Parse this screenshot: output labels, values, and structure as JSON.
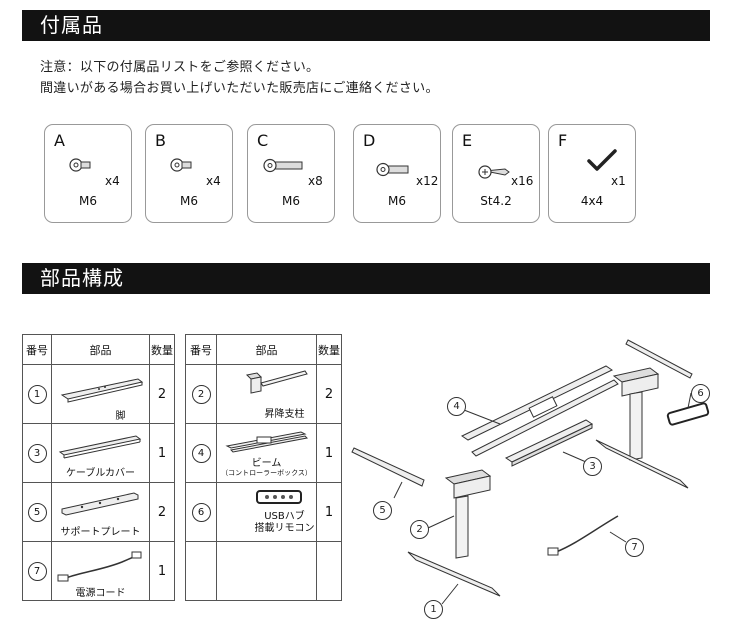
{
  "sections": {
    "accessories_title": "付属品",
    "parts_title": "部品構成"
  },
  "notes": {
    "line1": "注意：以下の付属品リストをご参照ください。",
    "line2": "間違いがある場合お買い上げいただいた販売店にご連絡ください。"
  },
  "accessories": [
    {
      "letter": "A",
      "qty": "x4",
      "size": "M6",
      "icon": "short-bolt-icon"
    },
    {
      "letter": "B",
      "qty": "x4",
      "size": "M6",
      "icon": "short-bolt-icon"
    },
    {
      "letter": "C",
      "qty": "x8",
      "size": "M6",
      "icon": "long-bolt-icon"
    },
    {
      "letter": "D",
      "qty": "x12",
      "size": "M6",
      "icon": "medium-bolt-icon"
    },
    {
      "letter": "E",
      "qty": "x16",
      "size": "St4.2",
      "icon": "wood-screw-icon"
    },
    {
      "letter": "F",
      "qty": "x1",
      "size": "4x4",
      "icon": "hex-key-icon"
    }
  ],
  "parts_table": {
    "headers": {
      "number": "番号",
      "part": "部品",
      "qty": "数量"
    },
    "left": [
      {
        "num": "1",
        "name": "脚",
        "qty": "2"
      },
      {
        "num": "3",
        "name": "ケーブルカバー",
        "qty": "1"
      },
      {
        "num": "5",
        "name": "サポートプレート",
        "qty": "2"
      },
      {
        "num": "7",
        "name": "電源コード",
        "qty": "1"
      }
    ],
    "right": [
      {
        "num": "2",
        "name": "昇降支柱",
        "qty": "2"
      },
      {
        "num": "4",
        "name": "ビーム",
        "sub": "（コントローラーボックス）",
        "qty": "1"
      },
      {
        "num": "6",
        "name_line1": "USBハブ",
        "name_line2": "搭載リモコン",
        "qty": "1"
      }
    ]
  },
  "diagram_callouts": [
    "1",
    "2",
    "3",
    "4",
    "5",
    "6",
    "7"
  ]
}
